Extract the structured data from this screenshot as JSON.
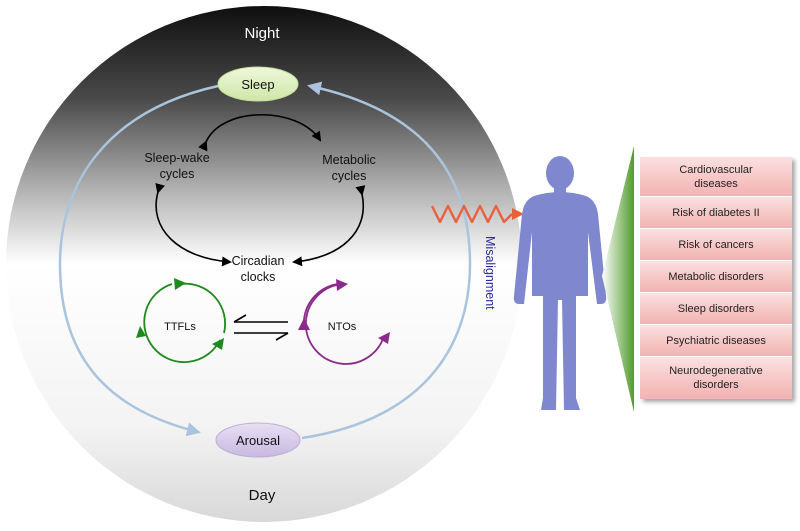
{
  "labels": {
    "night": "Night",
    "day": "Day",
    "sleep": "Sleep",
    "arousal": "Arousal",
    "sleep_wake_line1": "Sleep-wake",
    "sleep_wake_line2": "cycles",
    "metabolic_line1": "Metabolic",
    "metabolic_line2": "cycles",
    "circadian_line1": "Circadian",
    "circadian_line2": "clocks",
    "ttfls": "TTFLs",
    "ntos": "NTOs",
    "misalignment": "Misalignment"
  },
  "diseases": [
    {
      "line1": "Cardiovascular",
      "line2": "diseases"
    },
    {
      "line1": "Risk of diabetes II",
      "line2": ""
    },
    {
      "line1": "Risk of cancers",
      "line2": ""
    },
    {
      "line1": "Metabolic disorders",
      "line2": ""
    },
    {
      "line1": "Sleep disorders",
      "line2": ""
    },
    {
      "line1": "Psychiatric diseases",
      "line2": ""
    },
    {
      "line1": "Neurodegenerative",
      "line2": "disorders"
    }
  ],
  "colors": {
    "cycle_arrow": "#a9c4dc",
    "ttfl": "#1e8a1e",
    "nto": "#8a2a8a",
    "misalignment_text": "#2a2aa0",
    "zigzag": "#e8603c",
    "human": "#7f88cf",
    "sleep_pill": "#dff0c0",
    "arousal_pill": "#d8cdea",
    "disease_box": "#f7c6c6"
  },
  "icons": [
    "human-silhouette-icon",
    "zigzag-signal-icon"
  ]
}
